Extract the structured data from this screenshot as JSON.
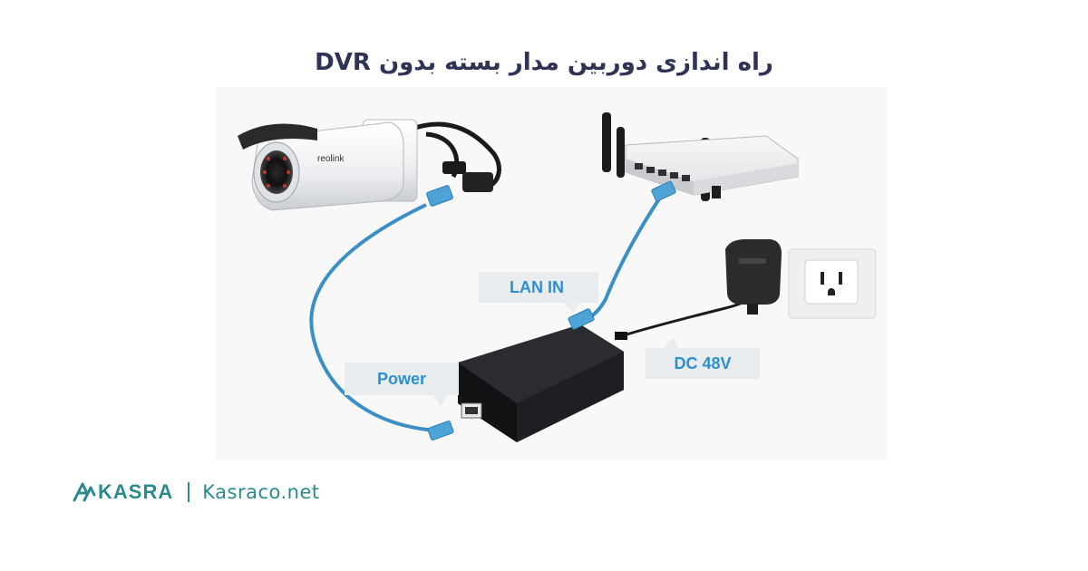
{
  "title": "راه اندازی دوربین مدار بسته بدون DVR",
  "labels": {
    "lan_in": "LAN IN",
    "power": "Power",
    "dc": "DC 48V",
    "camera_brand": "reolink"
  },
  "footer": {
    "brand": "KASRA",
    "site": "Kasraco.net"
  },
  "colors": {
    "title": "#2f3457",
    "accent": "#2b8a8f",
    "cable": "#3a8fc6",
    "callout_text": "#2e8fcf"
  }
}
